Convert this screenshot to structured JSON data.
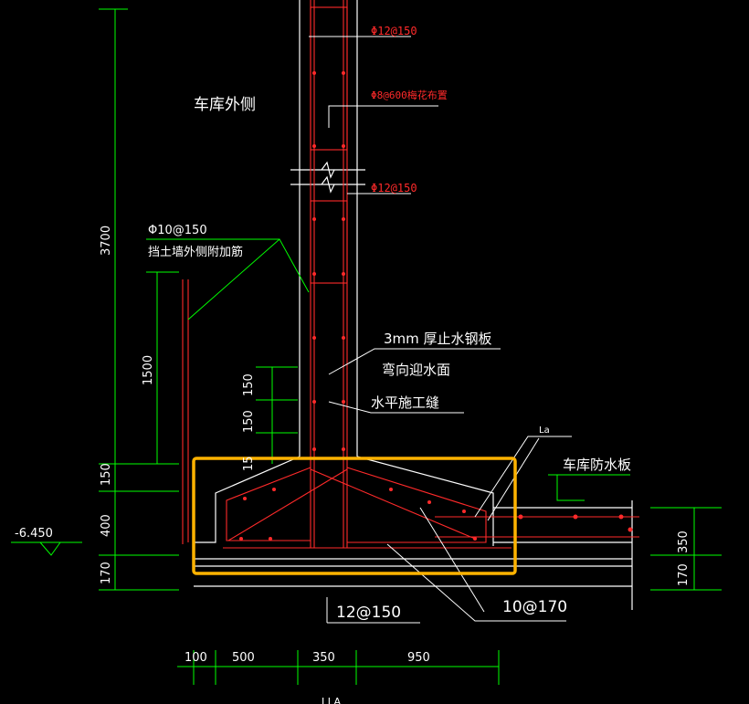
{
  "annotations": {
    "garage_outside": "车库外侧",
    "rebar_top": "Φ12@150",
    "rebar_tie": "Φ8@600梅花布置",
    "rebar_mid": "Φ12@150",
    "rebar_add_spec": "Φ10@150",
    "rebar_add_desc": "挡土墙外侧附加筋",
    "waterstop_plate": "3mm 厚止水钢板",
    "bend_face": "弯向迎水面",
    "construction_joint": "水平施工缝",
    "lap_label": "La",
    "garage_slab": "车库防水板",
    "bottom_rebar_1": "12@150",
    "bottom_rebar_2": "10@170",
    "elevation": "-6.450",
    "bottom_partial": "I I A"
  },
  "dimensions": {
    "left_total": "3700",
    "left_1500": "1500",
    "left_150_a": "150",
    "left_150_b": "150",
    "left_15": "15",
    "left_150_c": "150",
    "left_400": "400",
    "left_170": "170",
    "right_350": "350",
    "right_170": "170",
    "bottom": [
      "100",
      "500",
      "350",
      "950"
    ]
  },
  "colors": {
    "background": "#000000",
    "dim_lines": "#00ff00",
    "outline": "#ffffff",
    "rebar": "#ff2a2a",
    "highlight": "#ffb300"
  }
}
